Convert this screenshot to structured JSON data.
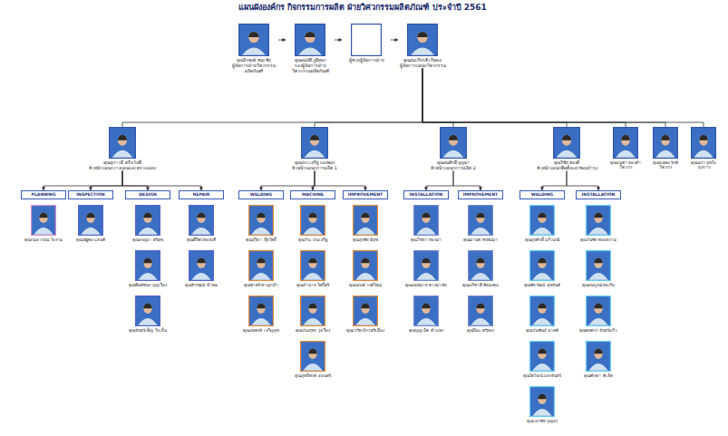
{
  "diagram": {
    "title": "แผนผังองค์กร กิจกรรมการผลิต ฝ่ายวิศวกรรมผลิตภัณฑ์ ประจำปี 2561",
    "nodes": [
      {
        "text": [
          "คุณจิรพงษ์ ชนะชัย",
          "ผู้จัดการฝ่ายวิศวกรรมผลิตภัณฑ์"
        ]
      },
      {
        "text": [
          "คุณสมบัติ ภูมิทอง",
          "รองผู้จัดการฝ่ายวิศวกรรมผลิตภัณฑ์"
        ]
      },
      {
        "text": [
          "ผู้ช่วยผู้จัดการฝ่าย"
        ]
      },
      {
        "text": [
          "คุณสมเกียรติ เกิดผล",
          "ผู้จัดการแผนกวิศวกรรม"
        ]
      },
      {
        "text": [
          "คุณสุภาวดี ศรีสวัสดิ์",
          "หัวหน้าแผนกวางแผนและตรวจสอบ"
        ]
      },
      {
        "text": [
          "คุณประเสริฐ แสงทอง",
          "หัวหน้าแผนกการผลิต 1"
        ]
      },
      {
        "text": [
          "คุณสมศักดิ์ บุญมา",
          "หัวหน้าแผนกการผลิต 2"
        ]
      },
      {
        "text": [
          "คุณวิชัย ทองดี",
          "หัวหน้าแผนกติดตั้งและซ่อมบำรุง"
        ]
      },
      {
        "text": [
          "คุณอนุชา ทองคำ",
          "วิศวกร"
        ]
      },
      {
        "text": [
          "คุณธนพล รักดี",
          "วิศวกร"
        ]
      },
      {
        "text": [
          "คุณนภา สุขใจ",
          "ธุรการ"
        ]
      },
      {
        "text": [
          "PLANNING"
        ]
      },
      {
        "text": [
          "INSPECTION"
        ]
      },
      {
        "text": [
          "DESIGN"
        ]
      },
      {
        "text": [
          "REPAIR"
        ]
      },
      {
        "text": [
          "WELDING"
        ]
      },
      {
        "text": [
          "MACHINE"
        ]
      },
      {
        "text": [
          "IMPROVEMENT"
        ]
      },
      {
        "text": [
          "INSTALLATION"
        ]
      },
      {
        "text": [
          "IMPROVEMENT"
        ]
      },
      {
        "text": [
          "WELDING"
        ]
      },
      {
        "text": [
          "INSTALLATION"
        ]
      },
      {
        "text": [
          "คุณกมลวรรณ ใจงาม"
        ]
      },
      {
        "text": [
          "คุณณัฐพล แสนดี"
        ]
      },
      {
        "text": [
          "คุณอรอุมา ศรีสุข"
        ]
      },
      {
        "text": [
          "คุณพิมพ์ชนก บุญเรือง"
        ]
      },
      {
        "text": [
          "คุณจันทร์เพ็ญ ใจเย็น"
        ]
      },
      {
        "text": [
          "คุณศิริพร ทองแท้"
        ]
      },
      {
        "text": [
          "คุณธีรวัฒน์ ขำคม"
        ]
      },
      {
        "text": [
          "คุณสุริยา ปุ้ยโพธิ์"
        ]
      },
      {
        "text": [
          "คุณชาตรี หาญกล้า"
        ]
      },
      {
        "text": [
          "คุณสมพงษ์ เจริญสุข"
        ]
      },
      {
        "text": [
          "คุณวีระ ประเสริฐ"
        ]
      },
      {
        "text": [
          "คุณอำนาจ โพธิ์ศรี"
        ]
      },
      {
        "text": [
          "คุณประยุทธ รุ่งเรือง"
        ]
      },
      {
        "text": [
          "คุณสุทธิพงษ์ อ่อนศรี"
        ]
      },
      {
        "text": [
          "คุณสุรชัย มีสุข"
        ]
      },
      {
        "text": [
          "คุณณรงค์ วงศ์ใหญ่"
        ]
      },
      {
        "text": [
          "คุณเกรียงไกร ศรีเมือง"
        ]
      },
      {
        "text": [
          "คุณวิทยา ทองมา"
        ]
      },
      {
        "text": [
          "คุณสมหมาย พวงมาลัย"
        ]
      },
      {
        "text": [
          "คุณบุญเลิศ คำแหง"
        ]
      },
      {
        "text": [
          "คุณมานพ พรหมมา"
        ]
      },
      {
        "text": [
          "คุณอภิชาติ ชัยมงคล"
        ]
      },
      {
        "text": [
          "คุณปิยะ ศรีทอง"
        ]
      },
      {
        "text": [
          "คุณสุรศักดิ์ แก้วมณี"
        ]
      },
      {
        "text": [
          "คุณชัยวัฒน์ สุขสันต์"
        ]
      },
      {
        "text": [
          "คุณประพันธ์ นาคดี"
        ]
      },
      {
        "text": [
          "คุณไพโรจน์ แสงจันทร์"
        ]
      },
      {
        "text": [
          "คุณเอกชัย บุญส่ง"
        ]
      },
      {
        "text": [
          "คุณวันชัย พลอยงาม"
        ]
      },
      {
        "text": [
          "คุณสมบูรณ์ ทองใบ"
        ]
      },
      {
        "text": [
          "คุณพงศกร จันทร์แก้ว"
        ]
      },
      {
        "text": [
          "คุณศักดา ดีเลิศ"
        ]
      }
    ],
    "edges": [
      {
        "from": 0,
        "to": 1,
        "arrow": "to"
      },
      {
        "from": 1,
        "to": 2,
        "arrow": "to"
      },
      {
        "from": 2,
        "to": 3,
        "arrow": "to"
      },
      {
        "from": 3,
        "to": 4,
        "arrow": "none"
      },
      {
        "from": 3,
        "to": 5,
        "arrow": "none"
      },
      {
        "from": 3,
        "to": 6,
        "arrow": "none"
      },
      {
        "from": 3,
        "to": 7,
        "arrow": "none"
      },
      {
        "from": 3,
        "to": 8,
        "arrow": "none"
      },
      {
        "from": 3,
        "to": 9,
        "arrow": "none"
      },
      {
        "from": 3,
        "to": 10,
        "arrow": "none"
      },
      {
        "from": 4,
        "to": 11,
        "arrow": "to"
      },
      {
        "from": 4,
        "to": 12,
        "arrow": "to"
      },
      {
        "from": 4,
        "to": 13,
        "arrow": "to"
      },
      {
        "from": 4,
        "to": 14,
        "arrow": "to"
      },
      {
        "from": 5,
        "to": 15,
        "arrow": "to"
      },
      {
        "from": 5,
        "to": 16,
        "arrow": "to"
      },
      {
        "from": 5,
        "to": 17,
        "arrow": "to"
      },
      {
        "from": 6,
        "to": 18,
        "arrow": "to"
      },
      {
        "from": 6,
        "to": 19,
        "arrow": "to"
      },
      {
        "from": 7,
        "to": 20,
        "arrow": "to"
      },
      {
        "from": 7,
        "to": 21,
        "arrow": "to"
      }
    ]
  }
}
